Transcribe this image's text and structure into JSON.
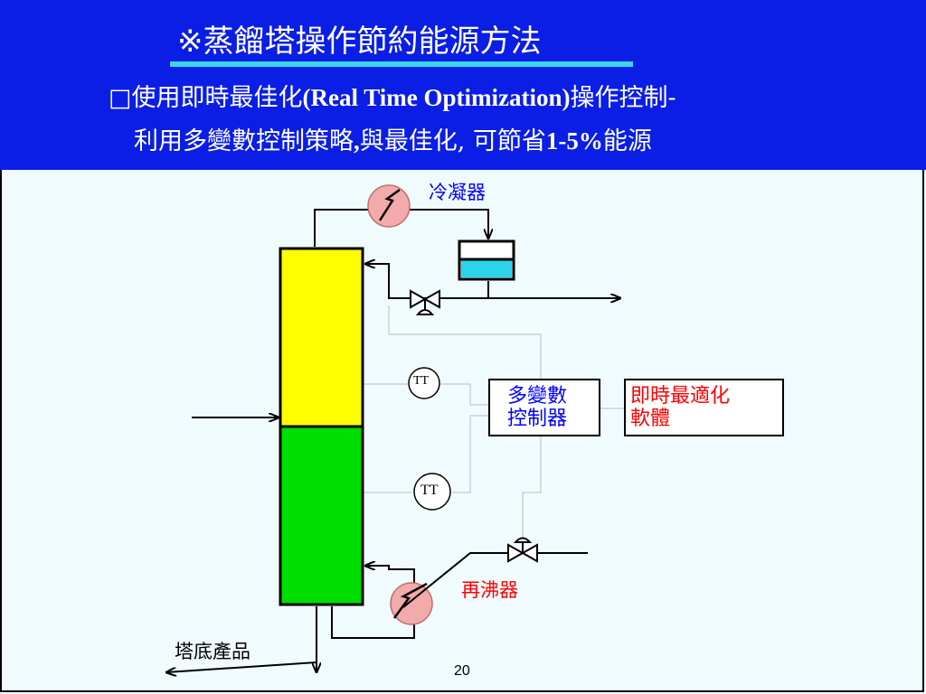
{
  "header": {
    "title": "※蒸餾塔操作節約能源方法",
    "line1_prefix": "□使用即時最佳化",
    "line1_bold": "(Real Time Optimization)",
    "line1_suffix": "操作控制-",
    "line2_a": "利用多變數控制策略",
    "line2_b": ",",
    "line2_c": "與最佳化",
    "line2_d": ", 可節省",
    "line2_e": "1-5%",
    "line2_f": "能源"
  },
  "diagram": {
    "condenser_label": "冷凝器",
    "reboiler_label": "再沸器",
    "bottom_product_label": "塔底產品",
    "tt_top": "TT",
    "tt_bottom": "TT",
    "mvc_line1": "多變數",
    "mvc_line2": "控制器",
    "rto_line1": "即時最適化",
    "rto_line2": "軟體"
  },
  "colors": {
    "header_bg": "#0b1ee6",
    "underline": "#38d6e6",
    "column_top": "#ffff00",
    "column_bottom": "#00dd00",
    "drum_liquid": "#2ad4ea",
    "exchanger": "#f2aaaa",
    "blue_text": "#0000ff",
    "red_text": "#ff0000"
  },
  "footer": {
    "page_number": "20"
  }
}
